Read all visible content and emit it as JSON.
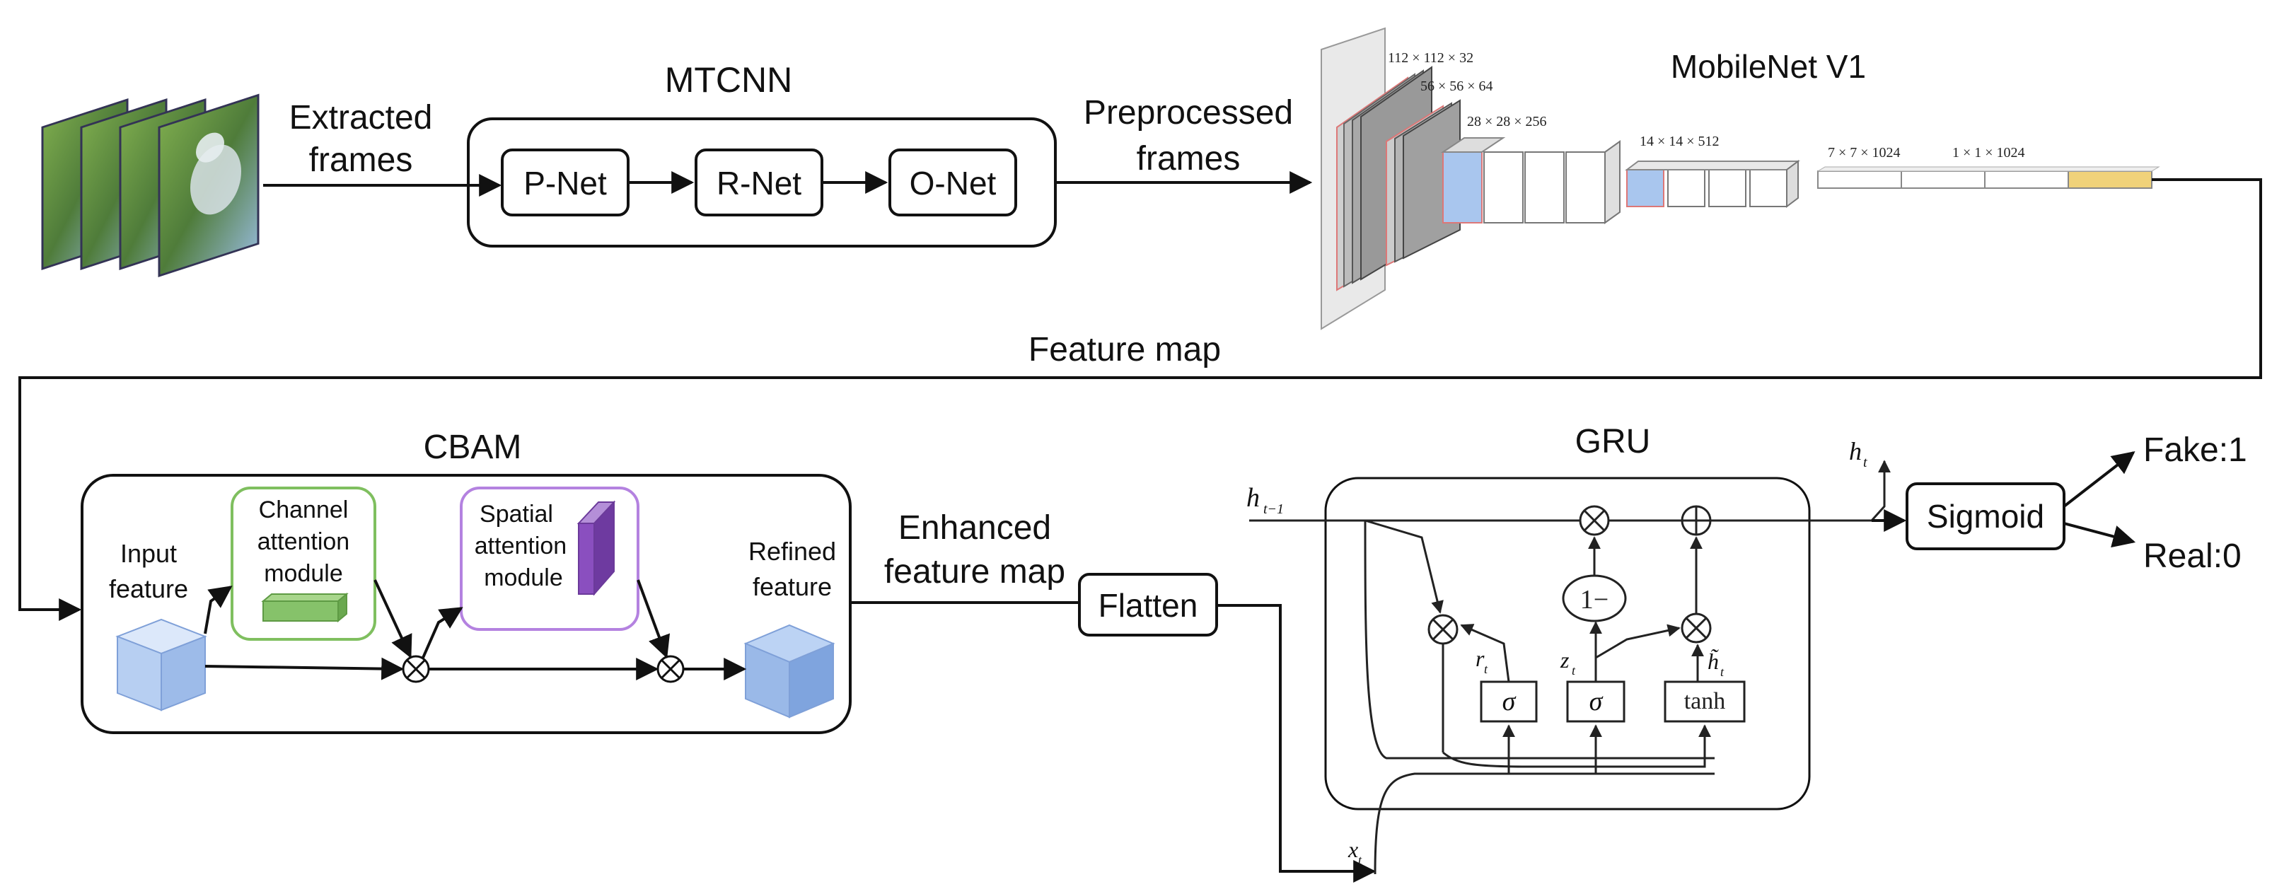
{
  "mtcnn": {
    "title": "MTCNN",
    "stages": [
      "P-Net",
      "R-Net",
      "O-Net"
    ]
  },
  "flow_labels": {
    "extracted_line1": "Extracted",
    "extracted_line2": "frames",
    "preprocessed_line1": "Preprocessed",
    "preprocessed_line2": "frames",
    "feature_map": "Feature map",
    "enhanced_line1": "Enhanced",
    "enhanced_line2": "feature map"
  },
  "mobilenet": {
    "title": "MobileNet V1",
    "dims": [
      "112 × 112 × 32",
      "56 × 56 × 64",
      "28 × 28 × 256",
      "14 × 14 × 512",
      "7 × 7 × 1024",
      "1 × 1 × 1024"
    ]
  },
  "cbam": {
    "title": "CBAM",
    "input_line1": "Input",
    "input_line2": "feature",
    "channel_line1": "Channel",
    "channel_line2": "attention",
    "channel_line3": "module",
    "spatial_line1": "Spatial",
    "spatial_line2": "attention",
    "spatial_line3": "module",
    "refined_line1": "Refined",
    "refined_line2": "feature"
  },
  "flatten": "Flatten",
  "gru": {
    "title": "GRU",
    "h_prev": "h",
    "h_prev_sub": "t−1",
    "h_t": "h",
    "h_t_sub": "t",
    "x_t": "x",
    "x_t_sub": "t",
    "r_t": "r",
    "r_t_sub": "t",
    "z_t": "z",
    "z_t_sub": "t",
    "h_tilde": "h̃",
    "h_tilde_sub": "t",
    "one_minus": "1−",
    "sigma": "σ",
    "tanh": "tanh"
  },
  "output": {
    "sigmoid": "Sigmoid",
    "fake": "Fake:1",
    "real": "Real:0"
  },
  "colors": {
    "channel_border": "#7fbf5f",
    "spatial_border": "#b482e0",
    "cube": "#a9c6ee",
    "purple_block": "#8a4fbf",
    "green_block": "#86c26a"
  }
}
